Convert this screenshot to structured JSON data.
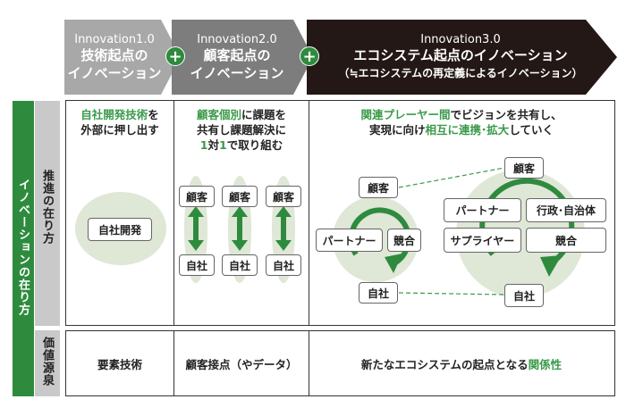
{
  "stages": [
    {
      "en": "Innovation1.0",
      "jp1": "技術起点の",
      "jp2": "イノベーション"
    },
    {
      "en": "Innovation2.0",
      "jp1": "顧客起点の",
      "jp2": "イノベーション"
    },
    {
      "en": "Innovation3.0",
      "jp1": "エコシステム起点のイノベーション",
      "jp2": "（≒エコシステムの再定義によるイノベーション）"
    }
  ],
  "plus": "+",
  "side": {
    "main": "イノベーションの在り方",
    "row1": "推進の在り方",
    "row2": "価値源泉"
  },
  "col1": {
    "desc_green": "自社開発技術",
    "desc_rest": "を",
    "desc2": "外部に押し出す",
    "box": "自社開発",
    "value": "要素技術"
  },
  "col2": {
    "d1_green": "顧客個別",
    "d1_rest": "に課題を",
    "d2": "共有し課題解決に",
    "d3_g1": "1",
    "d3_mid": "対",
    "d3_g2": "1",
    "d3_rest": "で取り組む",
    "top": "顧客",
    "bottom": "自社",
    "value": "顧客接点（やデータ）"
  },
  "col3": {
    "d1_green": "関連プレーヤー間",
    "d1_rest": "でビジョンを共有し、",
    "d2_a": "実現に向け",
    "d2_green": "相互に連携･拡大",
    "d2_b": "していく",
    "left": {
      "top": "顧客",
      "partner": "パートナー",
      "rival": "競合",
      "self": "自社"
    },
    "right": {
      "top": "顧客",
      "partner": "パートナー",
      "gov": "行政･自治体",
      "supplier": "サプライヤー",
      "rival": "競合",
      "self": "自社"
    },
    "value_a": "新たなエコシステムの起点となる",
    "value_green": "関係性"
  },
  "colors": {
    "green": "#2e8b3e",
    "light": "#dfe7d6",
    "gray1": "#a8a8a8",
    "gray2": "#7d7d7d",
    "dark": "#231815"
  }
}
